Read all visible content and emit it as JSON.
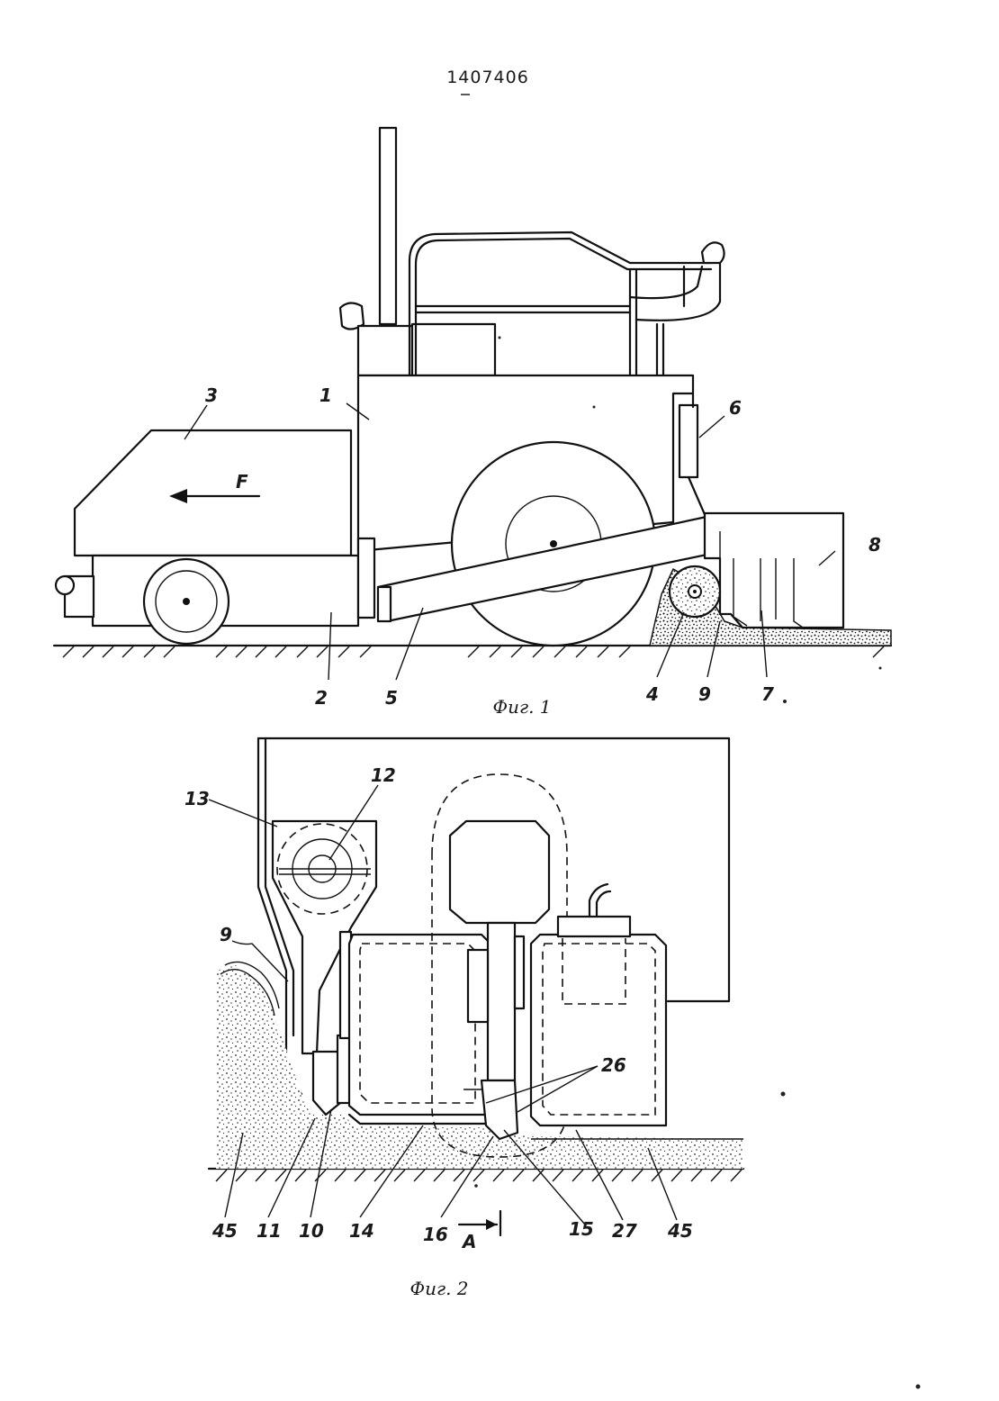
{
  "patent_number": "1407406",
  "figures": {
    "fig1": {
      "caption": "Фиг. 1",
      "labels": {
        "l1": "1",
        "l2": "2",
        "l3": "3",
        "l4": "4",
        "l5": "5",
        "l6": "6",
        "l7": "7",
        "l8": "8",
        "l9": "9",
        "lF": "F"
      }
    },
    "fig2": {
      "caption": "Фиг. 2",
      "labels": {
        "l9": "9",
        "l10": "10",
        "l11": "11",
        "l12": "12",
        "l13": "13",
        "l14": "14",
        "l15": "15",
        "l16": "16",
        "l26": "26",
        "l27": "27",
        "l45a": "45",
        "l45b": "45",
        "lA": "A"
      }
    }
  }
}
